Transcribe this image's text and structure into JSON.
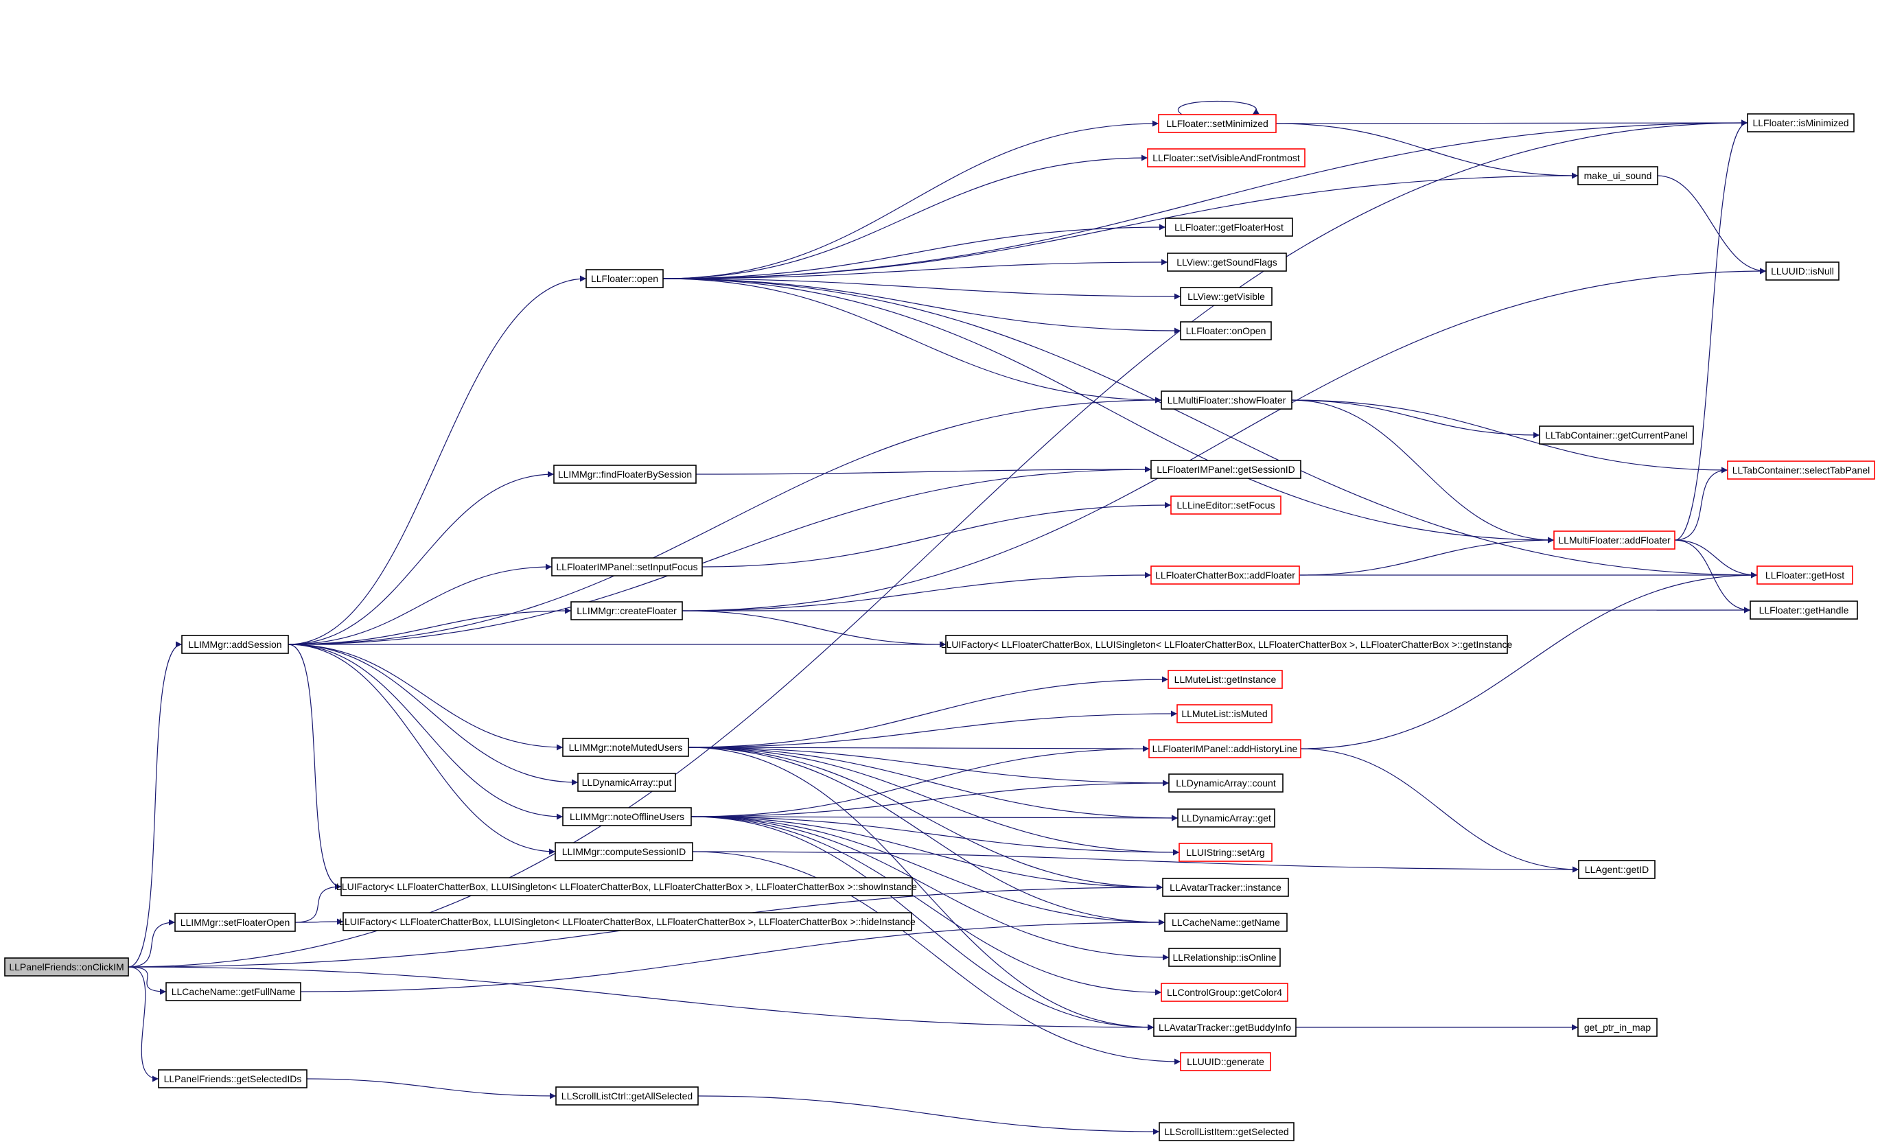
{
  "graph": {
    "direction": "left-to-right",
    "edge_color": "#191970",
    "truncated_border_color": "#ff0000",
    "root_fill": "#bfbfbf",
    "nodes": [
      {
        "id": "onClickIM",
        "label": "LLPanelFriends::onClickIM",
        "root": true
      },
      {
        "id": "addSession",
        "label": "LLIMMgr::addSession"
      },
      {
        "id": "setFloaterOpen",
        "label": "LLIMMgr::setFloaterOpen"
      },
      {
        "id": "getFullName",
        "label": "LLCacheName::getFullName"
      },
      {
        "id": "getSelectedIDs",
        "label": "LLPanelFriends::getSelectedIDs"
      },
      {
        "id": "open",
        "label": "LLFloater::open"
      },
      {
        "id": "findFloaterBySession",
        "label": "LLIMMgr::findFloaterBySession"
      },
      {
        "id": "setInputFocus",
        "label": "LLFloaterIMPanel::setInputFocus"
      },
      {
        "id": "createFloater",
        "label": "LLIMMgr::createFloater"
      },
      {
        "id": "noteMutedUsers",
        "label": "LLIMMgr::noteMutedUsers"
      },
      {
        "id": "put",
        "label": "LLDynamicArray::put"
      },
      {
        "id": "noteOfflineUsers",
        "label": "LLIMMgr::noteOfflineUsers"
      },
      {
        "id": "computeSessionID",
        "label": "LLIMMgr::computeSessionID"
      },
      {
        "id": "showInstance",
        "label": "LLUIFactory< LLFloaterChatterBox, LLUISingleton< LLFloaterChatterBox, LLFloaterChatterBox >, LLFloaterChatterBox >::showInstance"
      },
      {
        "id": "hideInstance",
        "label": "LLUIFactory< LLFloaterChatterBox, LLUISingleton< LLFloaterChatterBox, LLFloaterChatterBox >, LLFloaterChatterBox >::hideInstance"
      },
      {
        "id": "getAllSelected",
        "label": "LLScrollListCtrl::getAllSelected"
      },
      {
        "id": "setMinimized",
        "label": "LLFloater::setMinimized",
        "truncated": true
      },
      {
        "id": "setVisibleAndFrontmost",
        "label": "LLFloater::setVisibleAndFrontmost",
        "truncated": true
      },
      {
        "id": "getFloaterHost",
        "label": "LLFloater::getFloaterHost"
      },
      {
        "id": "getSoundFlags",
        "label": "LLView::getSoundFlags"
      },
      {
        "id": "getVisible",
        "label": "LLView::getVisible"
      },
      {
        "id": "onOpen",
        "label": "LLFloater::onOpen"
      },
      {
        "id": "showFloater",
        "label": "LLMultiFloater::showFloater"
      },
      {
        "id": "getSessionID",
        "label": "LLFloaterIMPanel::getSessionID"
      },
      {
        "id": "setFocus",
        "label": "LLLineEditor::setFocus",
        "truncated": true
      },
      {
        "id": "chatterAddFloater",
        "label": "LLFloaterChatterBox::addFloater",
        "truncated": true
      },
      {
        "id": "getInstance",
        "label": "LLUIFactory< LLFloaterChatterBox, LLUISingleton< LLFloaterChatterBox, LLFloaterChatterBox >, LLFloaterChatterBox >::getInstance"
      },
      {
        "id": "muteGetInstance",
        "label": "LLMuteList::getInstance",
        "truncated": true
      },
      {
        "id": "isMuted",
        "label": "LLMuteList::isMuted",
        "truncated": true
      },
      {
        "id": "addHistoryLine",
        "label": "LLFloaterIMPanel::addHistoryLine",
        "truncated": true
      },
      {
        "id": "count",
        "label": "LLDynamicArray::count"
      },
      {
        "id": "daGet",
        "label": "LLDynamicArray::get"
      },
      {
        "id": "setArg",
        "label": "LLUIString::setArg",
        "truncated": true
      },
      {
        "id": "trackerInstance",
        "label": "LLAvatarTracker::instance"
      },
      {
        "id": "getName",
        "label": "LLCacheName::getName"
      },
      {
        "id": "isOnline",
        "label": "LLRelationship::isOnline"
      },
      {
        "id": "getColor4",
        "label": "LLControlGroup::getColor4",
        "truncated": true
      },
      {
        "id": "getBuddyInfo",
        "label": "LLAvatarTracker::getBuddyInfo"
      },
      {
        "id": "generate",
        "label": "LLUUID::generate",
        "truncated": true
      },
      {
        "id": "getSelected",
        "label": "LLScrollListItem::getSelected"
      },
      {
        "id": "makeUiSound",
        "label": "make_ui_sound"
      },
      {
        "id": "getCurrentPanel",
        "label": "LLTabContainer::getCurrentPanel"
      },
      {
        "id": "multiAddFloater",
        "label": "LLMultiFloater::addFloater",
        "truncated": true
      },
      {
        "id": "getID",
        "label": "LLAgent::getID"
      },
      {
        "id": "getPtrInMap",
        "label": "get_ptr_in_map"
      },
      {
        "id": "isMinimized",
        "label": "LLFloater::isMinimized"
      },
      {
        "id": "isNull",
        "label": "LLUUID::isNull"
      },
      {
        "id": "selectTabPanel",
        "label": "LLTabContainer::selectTabPanel",
        "truncated": true
      },
      {
        "id": "getHost",
        "label": "LLFloater::getHost",
        "truncated": true
      },
      {
        "id": "getHandle",
        "label": "LLFloater::getHandle"
      }
    ]
  }
}
